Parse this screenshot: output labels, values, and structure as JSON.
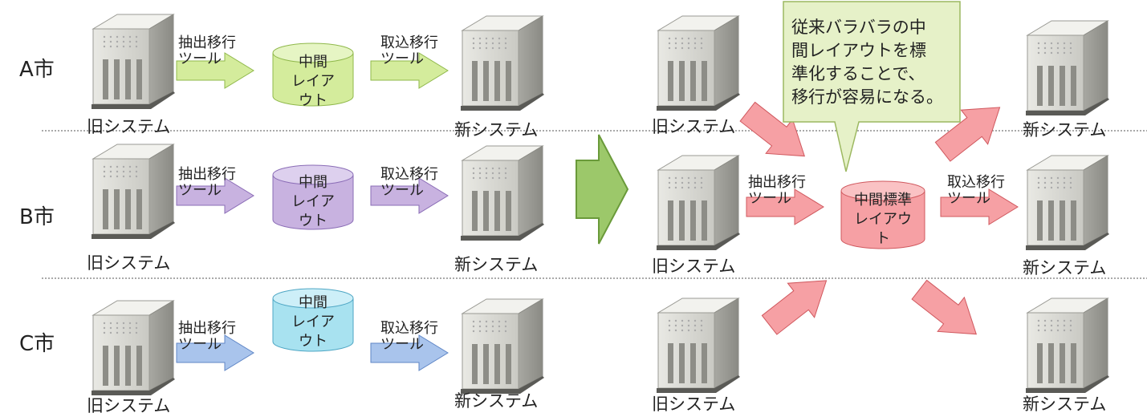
{
  "cities": [
    "A市",
    "B市",
    "C市"
  ],
  "old_system": "旧システム",
  "new_system": "新システム",
  "extract_tool": [
    "抽出移行",
    "ツール"
  ],
  "import_tool": [
    "取込移行",
    "ツール"
  ],
  "mid_layout": [
    "中間",
    "レイア",
    "ウト"
  ],
  "std_layout": [
    "中間標準",
    "レイアウ",
    "ト"
  ],
  "callout": [
    "従来バラバラの中",
    "間レイアウトを標",
    "準化することで、",
    "移行が容易になる。"
  ],
  "colors": {
    "a_green": "#d4ec9c",
    "b_purple": "#c8b2e0",
    "c_blue": "#a9c4ec",
    "red": "#f6a0a4",
    "callout_bg": "#e6f1c8",
    "big_arrow": "#9cc86a"
  }
}
